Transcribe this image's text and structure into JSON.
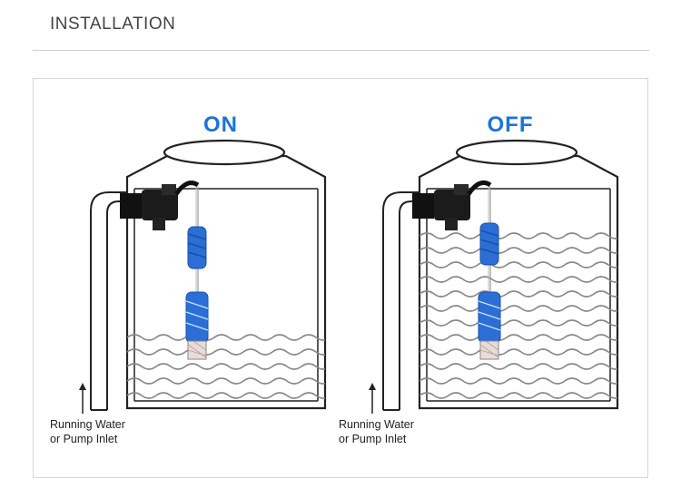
{
  "header": {
    "title": "INSTALLATION"
  },
  "panels": [
    {
      "state_label": "ON",
      "inlet_line1": "Running Water",
      "inlet_line2": "or Pump Inlet"
    },
    {
      "state_label": "OFF",
      "inlet_line1": "Running Water",
      "inlet_line2": "or Pump Inlet"
    }
  ],
  "colors": {
    "accent": "#1a74d9",
    "float_blue": "#2b6fd6",
    "valve_black": "#111111",
    "wave_gray": "#888888"
  }
}
